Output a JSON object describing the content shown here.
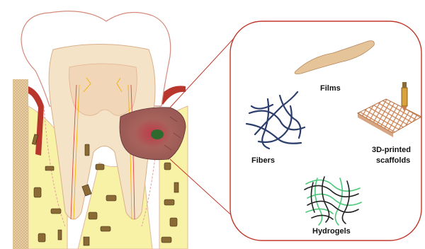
{
  "labels": {
    "films": "Films",
    "fibers": "Fibers",
    "scaffolds_line1": "3D-printed",
    "scaffolds_line2": "scaffolds",
    "hydrogels": "Hydrogels"
  },
  "colors": {
    "bone": "#f8f2a6",
    "gum": "#b8362b",
    "enamel": "#ffffff",
    "pulp": "#f5e3c8",
    "lesion": "#9b5a55",
    "lesion_core": "#2e6a2e",
    "callout_border": "#c0392b",
    "trabecula": "#8a6a35",
    "film": "#e6c49a",
    "fiber": "#2c3e6b",
    "scaffold": "#c87f4f",
    "hydrogel_dark": "#222222",
    "hydrogel_green": "#4ec77a"
  }
}
